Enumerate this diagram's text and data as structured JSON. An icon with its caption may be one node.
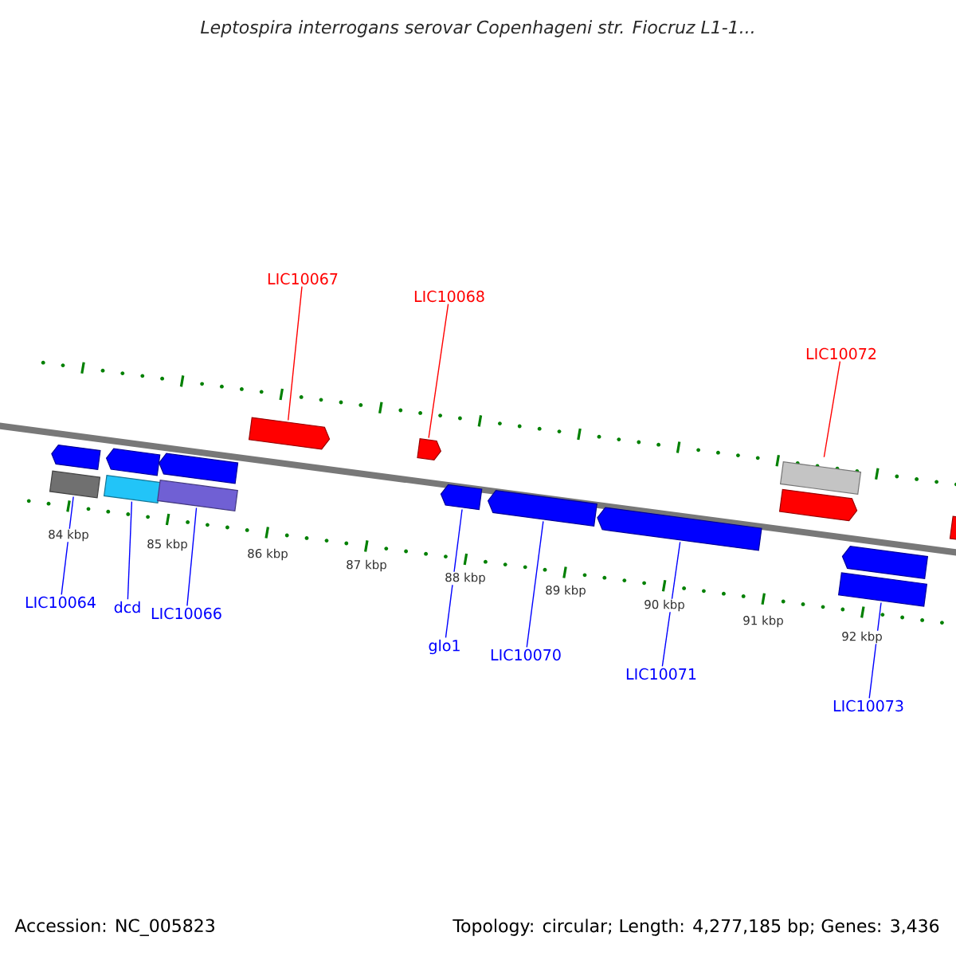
{
  "diagram": {
    "title": "Leptospira interrogans serovar Copenhageni str. Fiocruz L1-1...",
    "nodes": [
      {
        "text": [
          "LIC10067"
        ]
      },
      {
        "text": [
          "LIC10068"
        ]
      },
      {
        "text": [
          "LIC10072"
        ]
      },
      {
        "text": [],
        "shape": "arrow"
      },
      {
        "text": [],
        "shape": "arrow"
      },
      {
        "text": [],
        "shape": "bar"
      },
      {
        "text": [],
        "shape": "arrow"
      },
      {
        "text": [],
        "shape": "arrow"
      },
      {
        "text": [],
        "shape": "arrow"
      },
      {
        "text": [],
        "shape": "arrow"
      },
      {
        "text": [],
        "shape": "arrow"
      },
      {
        "text": [],
        "shape": "bar"
      },
      {
        "text": [],
        "shape": "bar"
      },
      {
        "text": [],
        "shape": "bar"
      },
      {
        "text": [],
        "shape": "arrow"
      },
      {
        "text": [],
        "shape": "arrow"
      },
      {
        "text": [],
        "shape": "arrow"
      },
      {
        "text": [],
        "shape": "arrow"
      },
      {
        "text": [],
        "shape": "bar"
      },
      {
        "text": [
          "LIC10064"
        ]
      },
      {
        "text": [
          "dcd"
        ]
      },
      {
        "text": [
          "LIC10066"
        ]
      },
      {
        "text": [
          "glo1"
        ]
      },
      {
        "text": [
          "LIC10070"
        ]
      },
      {
        "text": [
          "LIC10071"
        ]
      },
      {
        "text": [
          "LIC10073"
        ]
      }
    ],
    "edges": [
      {
        "from": 0,
        "to": 3,
        "arrow": "none",
        "color": "#ff0000"
      },
      {
        "from": 1,
        "to": 4,
        "arrow": "none",
        "color": "#ff0000"
      },
      {
        "from": 2,
        "to": 5,
        "arrow": "none",
        "color": "#ff0000"
      },
      {
        "from": 19,
        "to": 11,
        "arrow": "none"
      },
      {
        "from": 20,
        "to": 12,
        "arrow": "none"
      },
      {
        "from": 21,
        "to": 13,
        "arrow": "none"
      },
      {
        "from": 22,
        "to": 14,
        "arrow": "none"
      },
      {
        "from": 23,
        "to": 15,
        "arrow": "none"
      },
      {
        "from": 24,
        "to": 16,
        "arrow": "none"
      },
      {
        "from": 25,
        "to": 18,
        "arrow": "none"
      }
    ],
    "labels": [
      "84 kbp",
      "85 kbp",
      "86 kbp",
      "87 kbp",
      "88 kbp",
      "89 kbp",
      "90 kbp",
      "91 kbp",
      "92 kbp",
      "Accession: NC_005823",
      "Topology: circular; Length: 4,277,185 bp; Genes: 3,436"
    ]
  }
}
